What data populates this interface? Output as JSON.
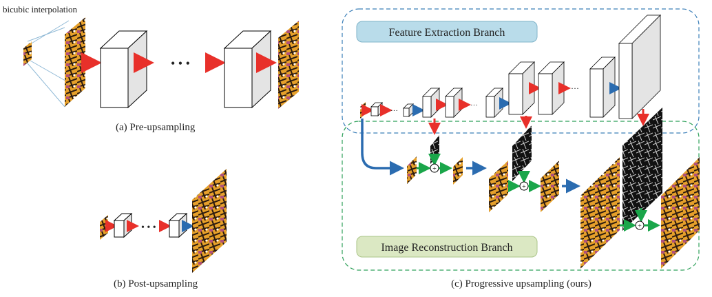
{
  "labels": {
    "bicubic": "bicubic interpolation",
    "pre": "(a) Pre-upsampling",
    "post": "(b) Post-upsampling",
    "progressive": "(c) Progressive upsampling (ours)",
    "feature_branch": "Feature Extraction Branch",
    "image_branch": "Image Reconstruction Branch",
    "ellipsis": "• • •",
    "small_ellipsis": "···",
    "plus": "+"
  },
  "colors": {
    "red_arrow": "#e8302a",
    "blue_arrow": "#2b6cb0",
    "green_arrow": "#1aa64a",
    "feature_box_fill": "#b9dcea",
    "feature_box_stroke": "#7fb3c8",
    "image_box_fill": "#dbe8c3",
    "image_box_stroke": "#aac487",
    "feature_frame": "#3b7fb8",
    "image_frame": "#2fa15a",
    "bicubic_lines": "#8fb9d6",
    "butterfly_orange": "#e6a02a",
    "butterfly_dark": "#2a1a10",
    "edge_dark": "#111111"
  },
  "icons": {
    "feature_block": "3d-feature-block-icon",
    "butterfly": "butterfly-image-patch",
    "edge_map": "edge-residual-map",
    "sum": "element-wise-sum-icon"
  }
}
